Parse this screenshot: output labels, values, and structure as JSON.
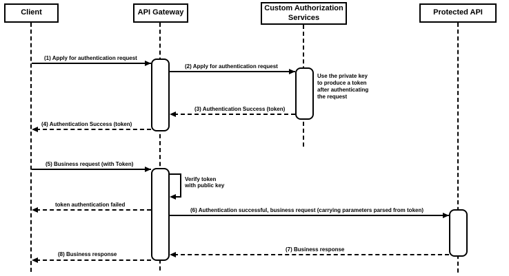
{
  "diagram": {
    "type": "sequence-diagram",
    "colors": {
      "line": "#000000",
      "background": "#ffffff",
      "shape_fill": "#ffffff"
    },
    "participants": [
      {
        "label": "Client"
      },
      {
        "label": "API Gateway"
      },
      {
        "label": "Custom Authorization Services"
      },
      {
        "label": "Protected API"
      }
    ],
    "messages": {
      "m1": "(1) Apply for authentication request",
      "m2": "(2) Apply for authentication request",
      "m3": "(3) Authentication Success (token)",
      "m4": "(4) Authentication Success (token)",
      "m5": "(5) Business request (with Token)",
      "self_msg": "Verify token\nwith public key",
      "fail_msg": "token authentication failed",
      "m6": "(6) Authentication successful, business request (carrying parameters parsed from token)",
      "m7": "(7) Business response",
      "m8": "(8) Business response"
    },
    "note": "Use the private key to produce a token after authenticating the request"
  }
}
